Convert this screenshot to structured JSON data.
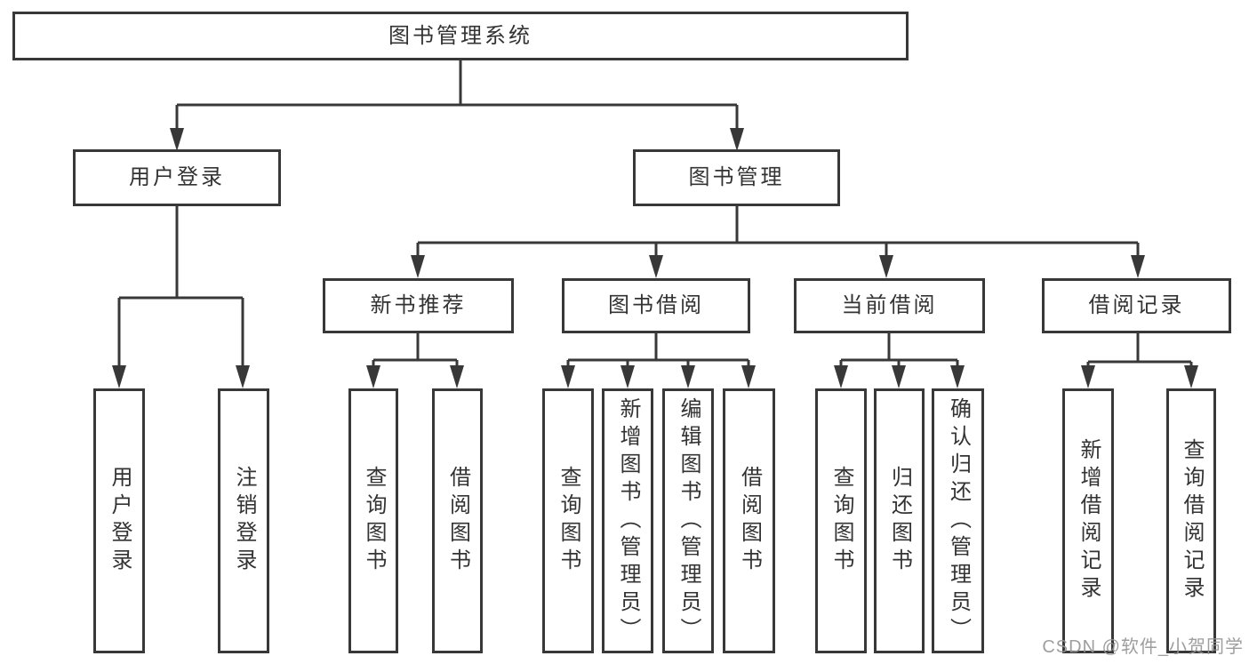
{
  "diagram_title": "图书管理系统",
  "tree": {
    "root": "图书管理系统",
    "children": [
      {
        "label": "用户登录",
        "children": [
          "用户登录",
          "注销登录"
        ]
      },
      {
        "label": "图书管理",
        "children": [
          {
            "label": "新书推荐",
            "children": [
              "查询图书",
              "借阅图书"
            ]
          },
          {
            "label": "图书借阅",
            "children": [
              "查询图书",
              "新增图书（管理员）",
              "编辑图书（管理员）",
              "借阅图书"
            ]
          },
          {
            "label": "当前借阅",
            "children": [
              "查询图书",
              "归还图书",
              "确认归还（管理员）"
            ]
          },
          {
            "label": "借阅记录",
            "children": [
              "新增借阅记录",
              "查询借阅记录"
            ]
          }
        ]
      }
    ]
  },
  "watermark": "CSDN @软件_小贺同学",
  "colors": {
    "line": "#383838",
    "text": "#333333",
    "background": "#ffffff",
    "watermark": "#949494"
  }
}
